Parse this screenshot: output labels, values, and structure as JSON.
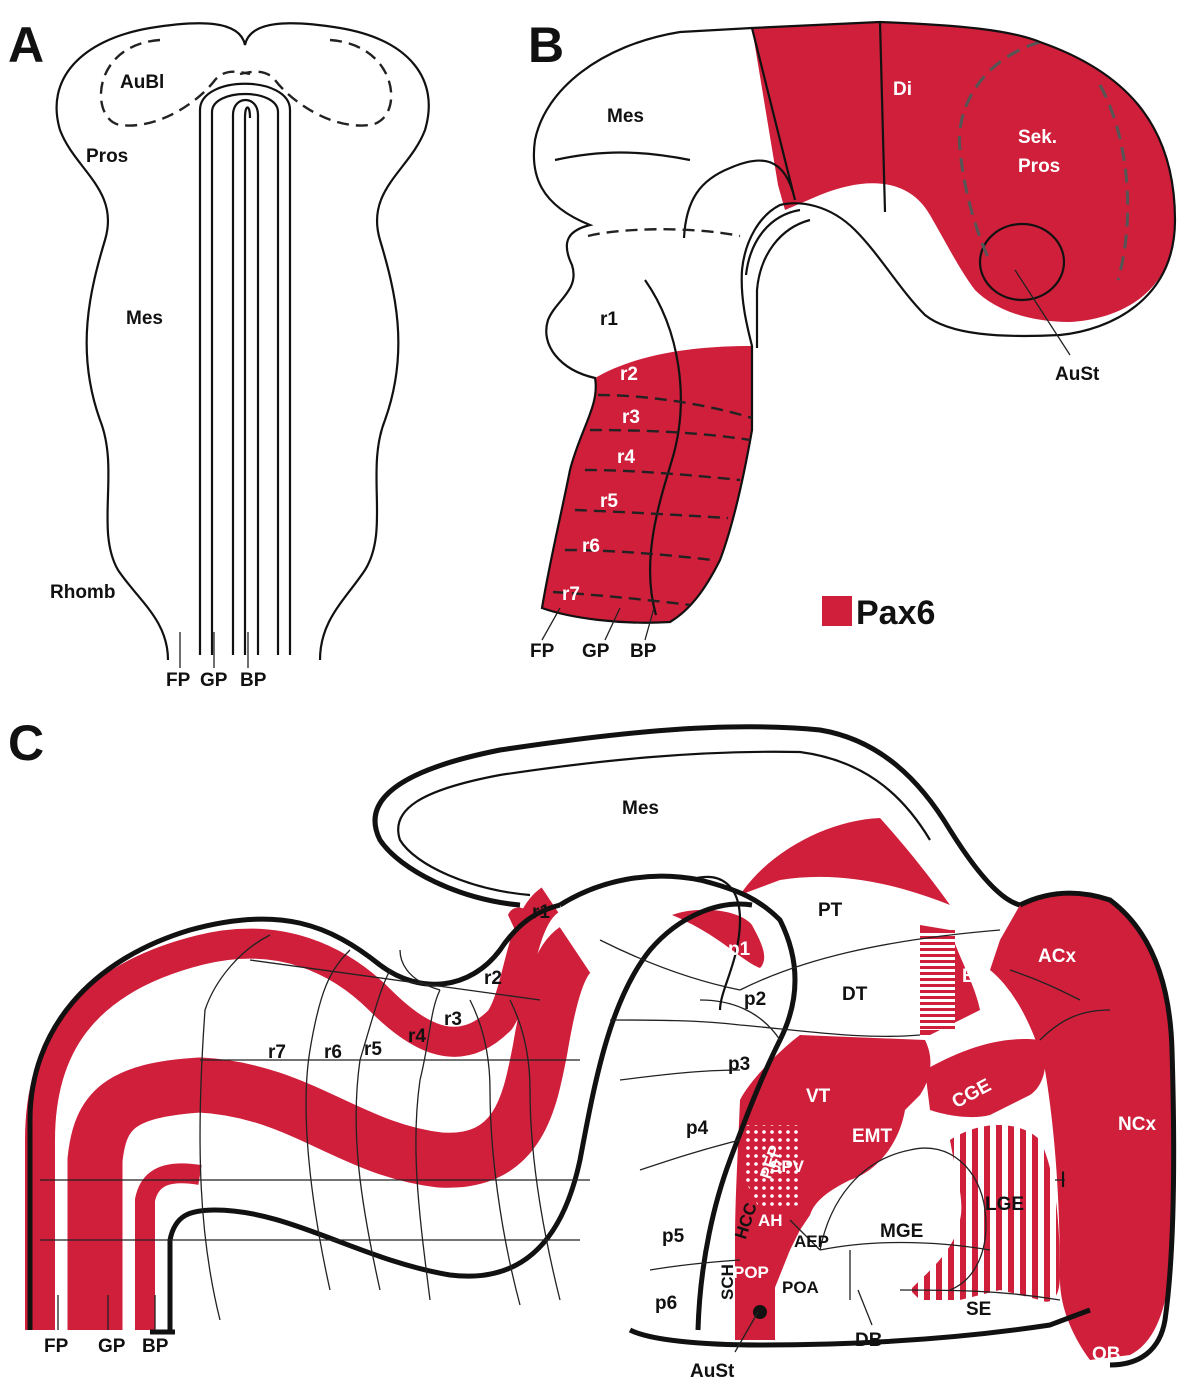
{
  "legend": {
    "label": "Pax6",
    "color": "#cf1f3b"
  },
  "panels": {
    "a": {
      "letter": "A",
      "labels": {
        "aubl": "AuBl",
        "pros": "Pros",
        "mes": "Mes",
        "rhomb": "Rhomb",
        "fp": "FP",
        "gp": "GP",
        "bp": "BP"
      }
    },
    "b": {
      "letter": "B",
      "labels": {
        "mes": "Mes",
        "di": "Di",
        "sek": "Sek.",
        "pros": "Pros",
        "r1": "r1",
        "r2": "r2",
        "r3": "r3",
        "r4": "r4",
        "r5": "r5",
        "r6": "r6",
        "r7": "r7",
        "fp": "FP",
        "gp": "GP",
        "bp": "BP",
        "aust": "AuSt"
      }
    },
    "c": {
      "letter": "C",
      "labels": {
        "mes": "Mes",
        "r1": "r1",
        "r2": "r2",
        "r3": "r3",
        "r4": "r4",
        "r5": "r5",
        "r6": "r6",
        "r7": "r7",
        "p1": "p1",
        "p2": "p2",
        "p3": "p3",
        "p4": "p4",
        "p5": "p5",
        "p6": "p6",
        "pt": "PT",
        "dt": "DT",
        "et": "ET",
        "acx": "ACx",
        "vt": "VT",
        "cge": "CGE",
        "emt": "EMT",
        "ncx": "NCx",
        "pep": "PEP",
        "spv": "SPV",
        "ah": "AH",
        "hcc": "HCC",
        "aep": "AEP",
        "mge": "MGE",
        "lge": "LGE",
        "i": "I",
        "sch": "SCH",
        "pop": "POP",
        "poa": "POA",
        "se": "SE",
        "db": "DB",
        "ob": "OB",
        "fp": "FP",
        "gp": "GP",
        "bp": "BP",
        "aust": "AuSt"
      }
    }
  }
}
